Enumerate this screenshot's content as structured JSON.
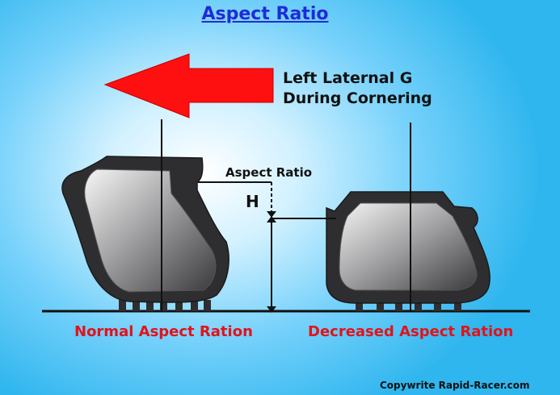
{
  "title": "Aspect Ratio",
  "arrow_label_line1": "Left Laternal G",
  "arrow_label_line2": "During Cornering",
  "aspect_label": "Aspect Ratio",
  "height_label": "H",
  "left_caption": "Normal Aspect Ration",
  "right_caption": "Decreased Aspect Ration",
  "copyright": "Copywrite Rapid-Racer.com",
  "colors": {
    "title": "#1f2bd8",
    "arrow": "#ff1010",
    "caption": "#e4121a",
    "tire": "#2e2e30"
  }
}
